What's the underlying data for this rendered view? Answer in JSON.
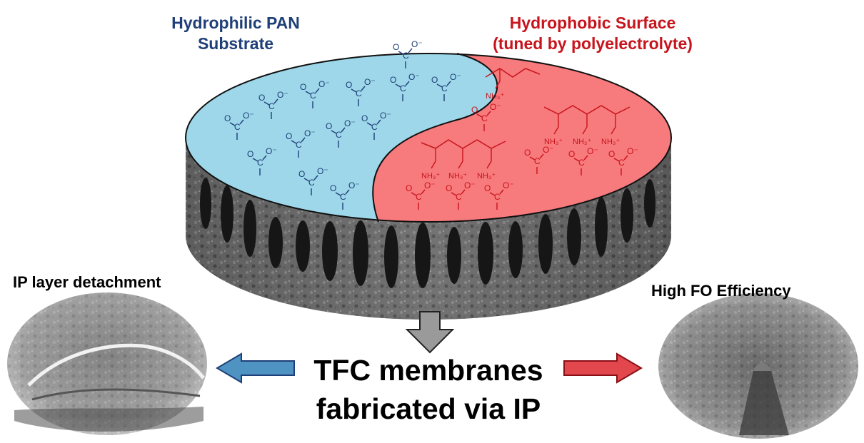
{
  "labels": {
    "left_title_line1": "Hydrophilic PAN",
    "left_title_line2": "Substrate",
    "right_title_line1": "Hydrophobic Surface",
    "right_title_line2": "(tuned by polyelectrolyte)",
    "left_outcome": "IP layer detachment",
    "right_outcome": "High FO Efficiency",
    "center_line1": "TFC membranes",
    "center_line2": "fabricated via IP"
  },
  "chem": {
    "carboxylate": "C",
    "oxygen": "O",
    "oxygen_neg": "O⁻",
    "amine": "NH₃⁺"
  },
  "colors": {
    "hydrophilic_fill": "#9dd7e9",
    "hydrophobic_fill": "#f77a7c",
    "left_title": "#1f3f78",
    "right_title": "#c8141c",
    "left_arrow": "#4f93c3",
    "right_arrow": "#e1474c",
    "down_arrow": "#9a9a9a"
  }
}
